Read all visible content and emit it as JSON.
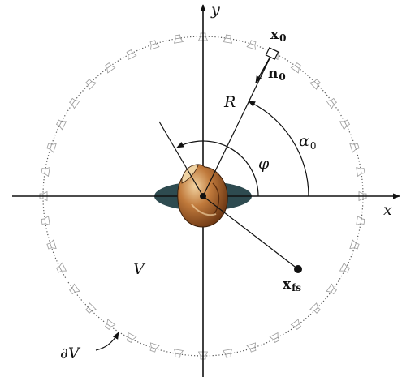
{
  "diagram": {
    "labels": {
      "y_axis": "y",
      "x_axis": "x",
      "x0": "x",
      "x0_sub": "0",
      "n0": "n",
      "n0_sub": "0",
      "radius": "R",
      "alpha": "α",
      "alpha_sub": "0",
      "phi": "φ",
      "volume": "V",
      "boundary": "∂V",
      "xfs": "x",
      "xfs_sub": "fs"
    },
    "loudspeaker_count": 40,
    "colors": {
      "line": "#111111",
      "ellipse": "#2e4b50",
      "head_dark": "#8a4a1c",
      "head_light": "#e9c48e",
      "speaker_stroke": "#9a9a9a"
    }
  }
}
